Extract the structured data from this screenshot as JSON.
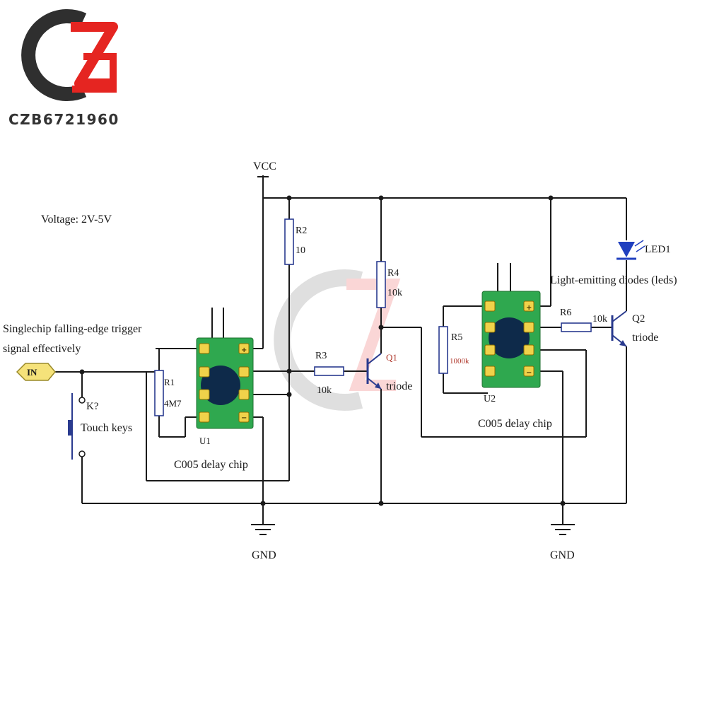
{
  "brand": {
    "text": "CZB6721960",
    "red": "#e52521",
    "dark": "#333333"
  },
  "voltage": "Voltage: 2V-5V",
  "vcc": "VCC",
  "gnd": [
    "GND",
    "GND"
  ],
  "input": {
    "label": "IN",
    "note_line1": "Singlechip falling-edge trigger",
    "note_line2": "signal effectively"
  },
  "touch": {
    "ref": "K?",
    "label": "Touch keys"
  },
  "r1": {
    "ref": "R1",
    "value": "4M7"
  },
  "r2": {
    "ref": "R2",
    "value": "10"
  },
  "r3": {
    "ref": "R3",
    "value": "10k"
  },
  "r4": {
    "ref": "R4",
    "value": "10k"
  },
  "r5": {
    "ref": "R5",
    "value": "1000k"
  },
  "r6": {
    "ref": "R6",
    "value": "10k"
  },
  "u1": {
    "ref": "U1",
    "label": "C005 delay chip"
  },
  "u2": {
    "ref": "U2",
    "label": "C005 delay chip"
  },
  "q1": {
    "ref": "Q1",
    "label": "triode"
  },
  "q2": {
    "ref": "Q2",
    "label": "triode"
  },
  "led": {
    "ref": "LED1",
    "label": "Light-emitting diodes (leds)",
    "color": "#1f3fbf"
  },
  "pin_signs": {
    "plus": "+",
    "minus": "−"
  },
  "colors": {
    "pcb": "#2fa84f",
    "pad": "#f0d24a",
    "epoxy": "#0e2a4a",
    "input_tag": "#f5e27a",
    "resistor": "#2a3b8f"
  }
}
